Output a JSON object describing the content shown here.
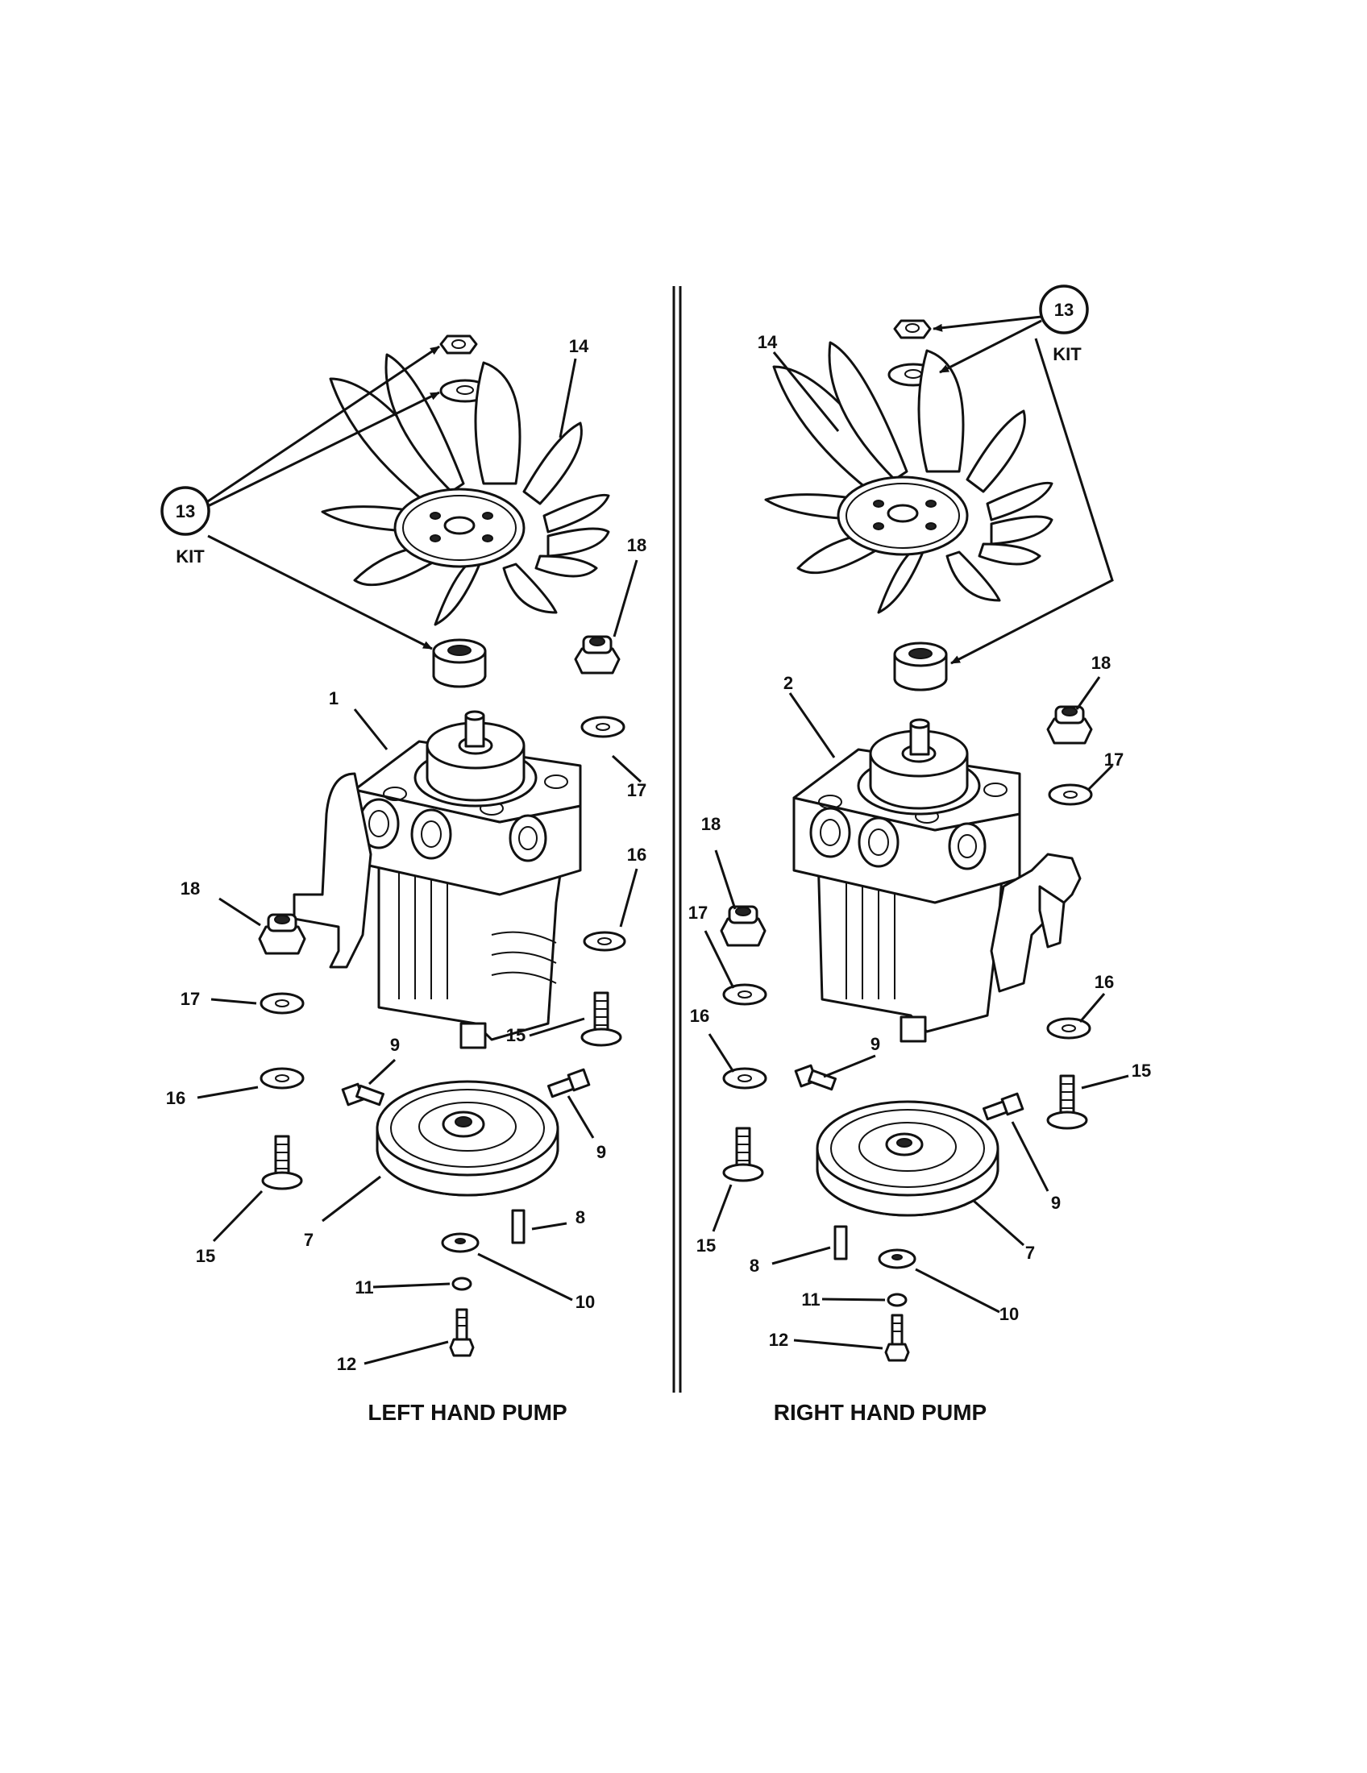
{
  "diagram": {
    "left": {
      "caption": "LEFT HAND PUMP",
      "labels": {
        "p1": "1",
        "p7": "7",
        "p8": "8",
        "p9a": "9",
        "p9b": "9",
        "p10": "10",
        "p11": "11",
        "p12": "12",
        "p13": "13",
        "kit": "KIT",
        "p14": "14",
        "p15a": "15",
        "p15b": "15",
        "p16a": "16",
        "p16b": "16",
        "p17a": "17",
        "p17b": "17",
        "p18a": "18",
        "p18b": "18"
      }
    },
    "right": {
      "caption": "RIGHT HAND PUMP",
      "labels": {
        "p2": "2",
        "p7": "7",
        "p8": "8",
        "p9a": "9",
        "p9b": "9",
        "p10": "10",
        "p11": "11",
        "p12": "12",
        "p13": "13",
        "kit": "KIT",
        "p14": "14",
        "p15a": "15",
        "p15b": "15",
        "p16a": "16",
        "p16b": "16",
        "p17a": "17",
        "p17b": "17",
        "p18a": "18",
        "p18b": "18"
      }
    }
  }
}
